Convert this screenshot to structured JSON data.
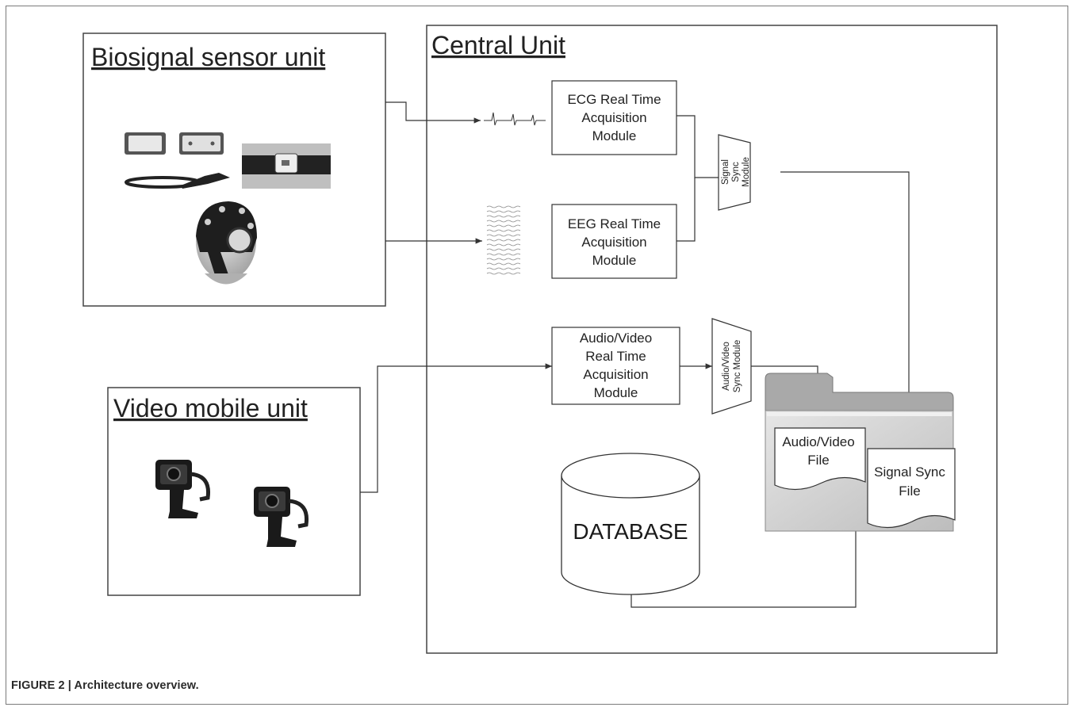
{
  "units": {
    "biosignal": {
      "title": "Biosignal sensor unit"
    },
    "central": {
      "title": "Central Unit"
    },
    "video": {
      "title": "Video mobile unit"
    }
  },
  "modules": {
    "ecg": {
      "line1": "ECG Real Time",
      "line2": "Acquisition",
      "line3": "Module"
    },
    "eeg": {
      "line1": "EEG Real Time",
      "line2": "Acquisition",
      "line3": "Module"
    },
    "av": {
      "line1": "Audio/Video",
      "line2": "Real Time",
      "line3": "Acquisition",
      "line4": "Module"
    },
    "signal_sync": {
      "line1": "Signal",
      "line2": "Sync",
      "line3": "Module"
    },
    "av_sync": {
      "line1": "Audio/Video",
      "line2": "Sync Module"
    }
  },
  "files": {
    "av_file": {
      "line1": "Audio/Video",
      "line2": "File"
    },
    "sync_file": {
      "line1": "Signal Sync",
      "line2": "File"
    }
  },
  "database": {
    "label": "DATABASE"
  },
  "caption": "FIGURE 2 | Architecture overview.",
  "colors": {
    "line": "#333333",
    "folder_tab": "#a9a9a9",
    "folder_body": "#d2d2d2"
  }
}
